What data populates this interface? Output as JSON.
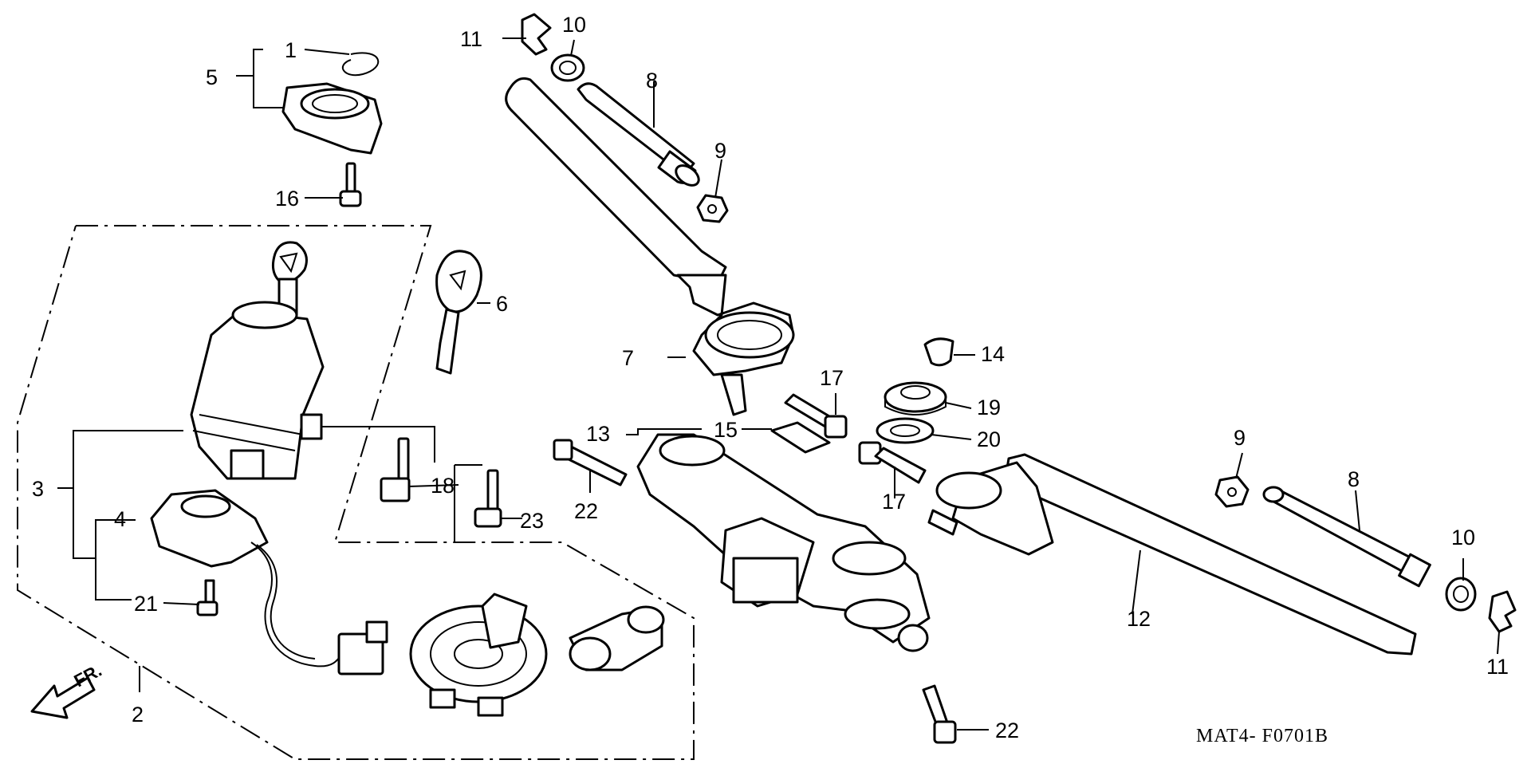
{
  "diagram_code": "MAT4- F0701B",
  "front_marker": "FR.",
  "callouts": {
    "p1": "1",
    "p2": "2",
    "p3": "3",
    "p4": "4",
    "p5": "5",
    "p6": "6",
    "p7": "7",
    "p8a": "8",
    "p8b": "8",
    "p9a": "9",
    "p9b": "9",
    "p10a": "10",
    "p10b": "10",
    "p11a": "11",
    "p11b": "11",
    "p12": "12",
    "p13": "13",
    "p14": "14",
    "p15": "15",
    "p16": "16",
    "p17a": "17",
    "p17b": "17",
    "p18": "18",
    "p19": "19",
    "p20": "20",
    "p21": "21",
    "p22a": "22",
    "p22b": "22",
    "p23": "23"
  },
  "colors": {
    "line": "#000000",
    "background": "#ffffff"
  }
}
